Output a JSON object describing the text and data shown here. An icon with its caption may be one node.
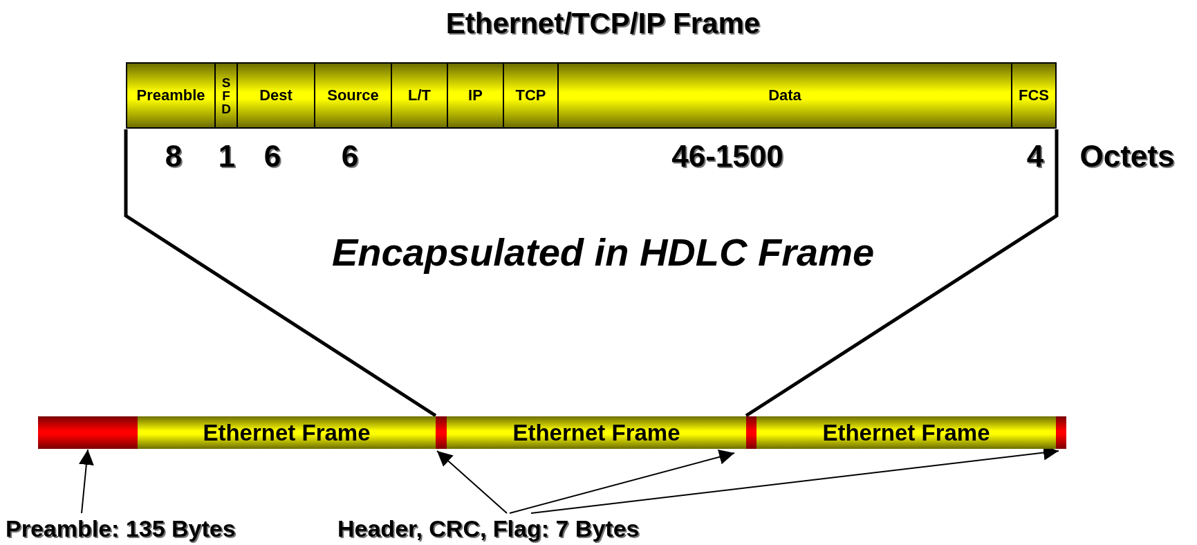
{
  "diagram": {
    "title": "Ethernet/TCP/IP Frame",
    "nodes": [
      {
        "text": [
          "Preamble"
        ]
      },
      {
        "text": [
          "SFD"
        ]
      },
      {
        "text": [
          "Dest"
        ]
      },
      {
        "text": [
          "Source"
        ]
      },
      {
        "text": [
          "L/T"
        ]
      },
      {
        "text": [
          "IP"
        ]
      },
      {
        "text": [
          "TCP"
        ]
      },
      {
        "text": [
          "Data"
        ]
      },
      {
        "text": [
          "FCS"
        ]
      },
      {
        "text": [],
        "shape": "bar"
      },
      {
        "text": [
          "Ethernet Frame"
        ]
      },
      {
        "text": [],
        "shape": "bar"
      },
      {
        "text": [
          "Ethernet Frame"
        ]
      },
      {
        "text": [],
        "shape": "bar"
      },
      {
        "text": [
          "Ethernet Frame"
        ]
      },
      {
        "text": [],
        "shape": "bar"
      },
      {
        "text": [
          "Preamble: 135 Bytes"
        ]
      },
      {
        "text": [
          "Header, CRC, Flag: 7 Bytes"
        ]
      }
    ],
    "edges": [
      {
        "from": 16,
        "to": 9,
        "arrow": "to"
      },
      {
        "from": 17,
        "to": 11,
        "arrow": "to"
      },
      {
        "from": 17,
        "to": 13,
        "arrow": "to"
      },
      {
        "from": 17,
        "to": 15,
        "arrow": "to"
      }
    ],
    "labels": [
      "8",
      "1",
      "6",
      "6",
      "46-1500",
      "4",
      "Octets",
      "Encapsulated in HDLC Frame"
    ]
  }
}
